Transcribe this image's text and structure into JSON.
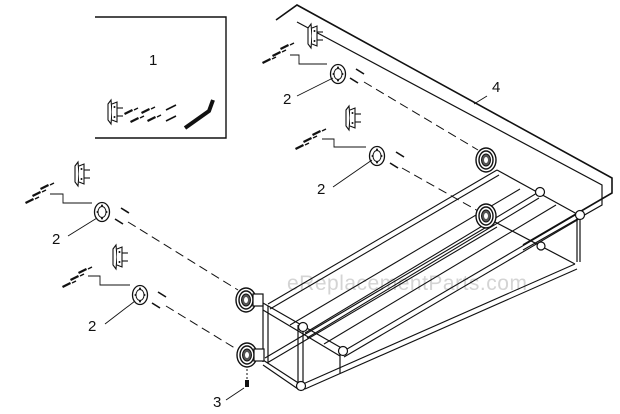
{
  "callouts": {
    "c1": "1",
    "c2a": "2",
    "c2b": "2",
    "c2c": "2",
    "c2d": "2",
    "c3": "3",
    "c4": "4"
  },
  "watermark": "eReplacementParts.com",
  "colors": {
    "line": "#111111",
    "watermark": "#d4d4d4"
  }
}
